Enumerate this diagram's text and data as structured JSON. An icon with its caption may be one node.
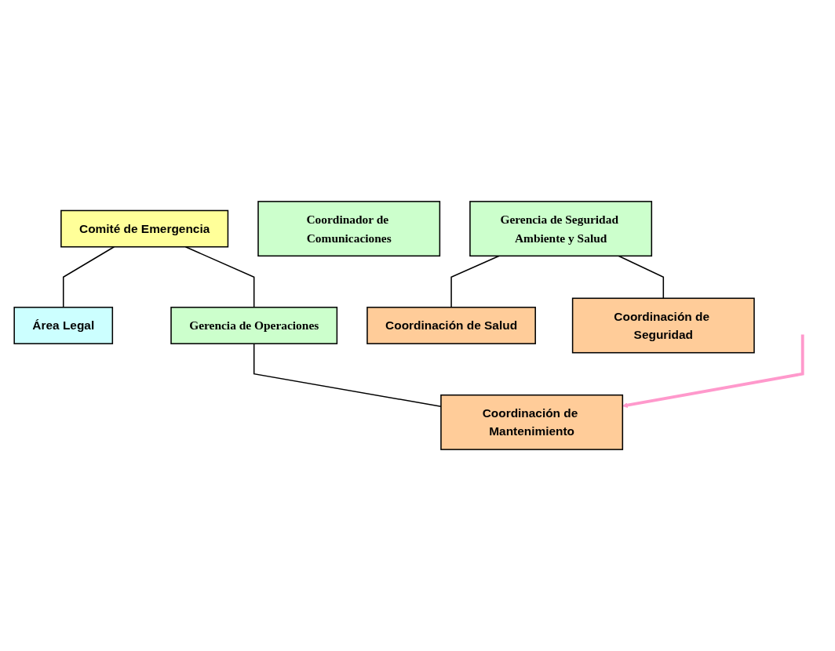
{
  "diagram": {
    "nodes": [
      {
        "text": [
          "Comité de Emergencia"
        ]
      },
      {
        "text": [
          "Área Legal"
        ]
      },
      {
        "text": [
          "Coordinador de Comunicaciones"
        ]
      },
      {
        "text": [
          "Gerencia de Operaciones"
        ]
      },
      {
        "text": [
          "Gerencia de Seguridad Ambiente y Salud"
        ]
      },
      {
        "text": [
          "Coordinación de Mantenimiento"
        ]
      },
      {
        "text": [
          "Coordinación de Salud"
        ]
      },
      {
        "text": [
          "Coordinación de Seguridad"
        ]
      }
    ],
    "edges": [
      {
        "from": 0,
        "to": 1,
        "arrow": "none"
      },
      {
        "from": 0,
        "to": 3,
        "arrow": "none"
      },
      {
        "from": 3,
        "to": 5,
        "arrow": "none"
      },
      {
        "from": 4,
        "to": 6,
        "arrow": "none"
      },
      {
        "from": 4,
        "to": 7,
        "arrow": "none"
      },
      {
        "from": null,
        "to": 5,
        "arrow": "to",
        "style": "thick",
        "color": "#ff99cc"
      }
    ]
  }
}
